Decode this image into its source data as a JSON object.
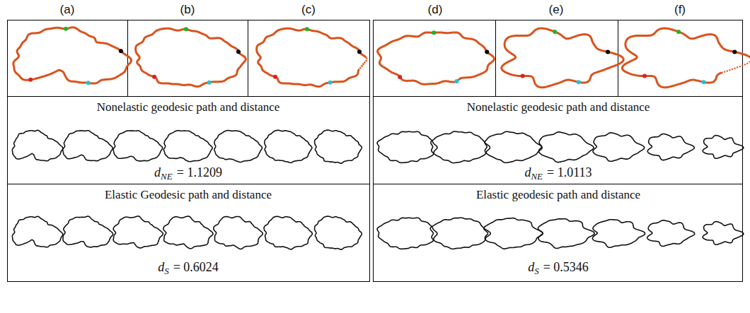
{
  "diagram": {
    "labels": [
      "(a)",
      "(b)",
      "(c)",
      "(d)",
      "(e)",
      "(f)",
      "Nonelastic geodesic path and distance",
      "d",
      "NE",
      "= 1.1209",
      "Nonelastic geodesic path and distance",
      "d",
      "NE",
      "= 1.0113",
      "Elastic Geodesic path and distance",
      "d",
      "S",
      "= 0.6024",
      "Elastic geodesic path and distance",
      "d",
      "S",
      "= 0.5346"
    ]
  }
}
